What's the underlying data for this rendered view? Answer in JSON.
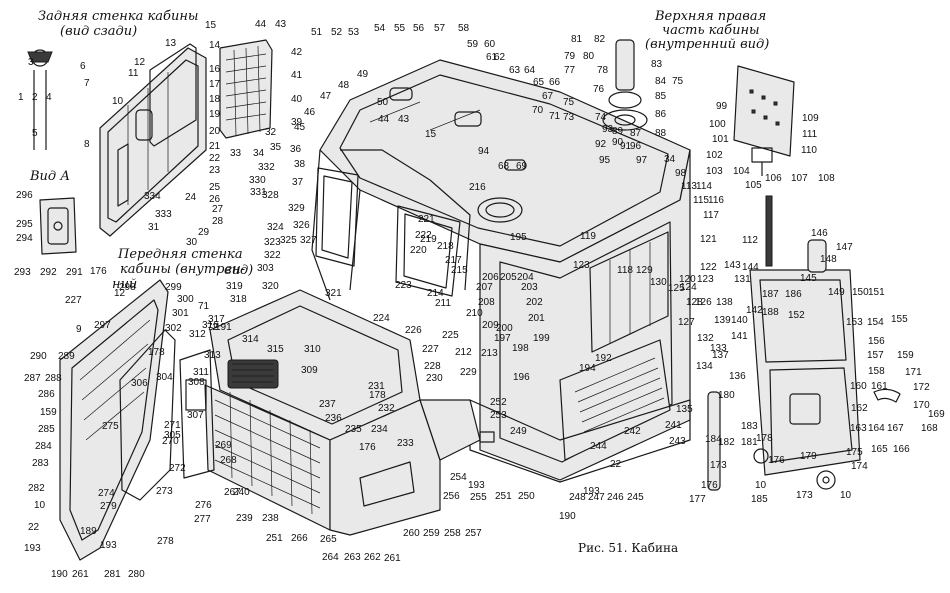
{
  "captions": {
    "rear_wall": [
      "Задняя стенка кабины",
      "(вид сзади)"
    ],
    "upper_right": [
      "Верхняя правая",
      "часть кабины",
      "(внутренний вид)"
    ],
    "front_wall": [
      "Передняя стенка",
      "кабины (внутрен-",
      "ний",
      "вид)"
    ],
    "view_a": "Вид А",
    "figure": "Рис. 51. Кабина"
  },
  "callouts": [
    [
      "1",
      18,
      100
    ],
    [
      "2",
      32,
      100
    ],
    [
      "3",
      28,
      65
    ],
    [
      "4",
      46,
      100
    ],
    [
      "5",
      32,
      136
    ],
    [
      "6",
      80,
      69
    ],
    [
      "7",
      84,
      86
    ],
    [
      "8",
      84,
      147
    ],
    [
      "9",
      76,
      332
    ],
    [
      "10",
      112,
      104
    ],
    [
      "10",
      34,
      508
    ],
    [
      "10",
      755,
      488
    ],
    [
      "10",
      840,
      498
    ],
    [
      "11",
      128,
      76
    ],
    [
      "12",
      134,
      65
    ],
    [
      "12",
      114,
      296
    ],
    [
      "13",
      165,
      46
    ],
    [
      "14",
      209,
      48
    ],
    [
      "15",
      205,
      28
    ],
    [
      "15",
      425,
      137
    ],
    [
      "16",
      209,
      72
    ],
    [
      "17",
      209,
      87
    ],
    [
      "18",
      209,
      102
    ],
    [
      "19",
      209,
      117
    ],
    [
      "20",
      209,
      134
    ],
    [
      "21",
      209,
      149
    ],
    [
      "22",
      209,
      161
    ],
    [
      "22",
      28,
      530
    ],
    [
      "22",
      610,
      467
    ],
    [
      "23",
      209,
      173
    ],
    [
      "24",
      185,
      200
    ],
    [
      "25",
      209,
      190
    ],
    [
      "26",
      209,
      202
    ],
    [
      "27",
      212,
      212
    ],
    [
      "28",
      212,
      224
    ],
    [
      "29",
      198,
      235
    ],
    [
      "30",
      186,
      245
    ],
    [
      "31",
      148,
      230
    ],
    [
      "32",
      265,
      135
    ],
    [
      "33",
      230,
      156
    ],
    [
      "34",
      253,
      156
    ],
    [
      "34",
      664,
      162
    ],
    [
      "35",
      270,
      150
    ],
    [
      "36",
      290,
      152
    ],
    [
      "37",
      292,
      185
    ],
    [
      "38",
      294,
      167
    ],
    [
      "39",
      291,
      125
    ],
    [
      "40",
      291,
      102
    ],
    [
      "41",
      291,
      78
    ],
    [
      "42",
      291,
      55
    ],
    [
      "43",
      275,
      27
    ],
    [
      "43",
      398,
      122
    ],
    [
      "44",
      255,
      27
    ],
    [
      "44",
      378,
      122
    ],
    [
      "45",
      294,
      130
    ],
    [
      "46",
      304,
      115
    ],
    [
      "47",
      320,
      99
    ],
    [
      "48",
      338,
      88
    ],
    [
      "49",
      357,
      77
    ],
    [
      "50",
      377,
      105
    ],
    [
      "51",
      311,
      35
    ],
    [
      "52",
      331,
      35
    ],
    [
      "53",
      348,
      35
    ],
    [
      "54",
      374,
      31
    ],
    [
      "55",
      394,
      31
    ],
    [
      "56",
      413,
      31
    ],
    [
      "57",
      434,
      31
    ],
    [
      "58",
      458,
      31
    ],
    [
      "59",
      467,
      47
    ],
    [
      "60",
      484,
      47
    ],
    [
      "61",
      486,
      60
    ],
    [
      "62",
      494,
      60
    ],
    [
      "63",
      509,
      73
    ],
    [
      "64",
      524,
      73
    ],
    [
      "65",
      533,
      85
    ],
    [
      "66",
      549,
      85
    ],
    [
      "67",
      542,
      99
    ],
    [
      "68",
      498,
      169
    ],
    [
      "69",
      516,
      169
    ],
    [
      "70",
      532,
      113
    ],
    [
      "71",
      549,
      119
    ],
    [
      "71",
      198,
      309
    ],
    [
      "72",
      207,
      330
    ],
    [
      "73",
      563,
      120
    ],
    [
      "74",
      595,
      120
    ],
    [
      "75",
      563,
      105
    ],
    [
      "75",
      672,
      84
    ],
    [
      "76",
      593,
      92
    ],
    [
      "77",
      564,
      73
    ],
    [
      "78",
      597,
      73
    ],
    [
      "79",
      564,
      59
    ],
    [
      "80",
      583,
      59
    ],
    [
      "81",
      571,
      42
    ],
    [
      "82",
      594,
      42
    ],
    [
      "83",
      651,
      67
    ],
    [
      "84",
      655,
      84
    ],
    [
      "85",
      655,
      99
    ],
    [
      "86",
      655,
      117
    ],
    [
      "87",
      630,
      136
    ],
    [
      "88",
      655,
      136
    ],
    [
      "89",
      612,
      134
    ],
    [
      "90",
      612,
      145
    ],
    [
      "91",
      620,
      149
    ],
    [
      "92",
      595,
      147
    ],
    [
      "93",
      602,
      132
    ],
    [
      "94",
      478,
      154
    ],
    [
      "95",
      599,
      163
    ],
    [
      "96",
      630,
      149
    ],
    [
      "97",
      636,
      163
    ],
    [
      "98",
      675,
      176
    ],
    [
      "99",
      716,
      109
    ],
    [
      "100",
      709,
      127
    ],
    [
      "101",
      712,
      142
    ],
    [
      "102",
      706,
      158
    ],
    [
      "103",
      706,
      174
    ],
    [
      "104",
      733,
      174
    ],
    [
      "105",
      745,
      188
    ],
    [
      "106",
      765,
      181
    ],
    [
      "107",
      791,
      181
    ],
    [
      "108",
      818,
      181
    ],
    [
      "109",
      802,
      121
    ],
    [
      "110",
      801,
      153
    ],
    [
      "111",
      802,
      137
    ],
    [
      "112",
      742,
      243
    ],
    [
      "113",
      681,
      189
    ],
    [
      "114",
      696,
      189
    ],
    [
      "115",
      693,
      203
    ],
    [
      "116",
      708,
      203
    ],
    [
      "117",
      703,
      218
    ],
    [
      "118",
      617,
      273
    ],
    [
      "119",
      580,
      239
    ],
    [
      "120",
      679,
      282
    ],
    [
      "121",
      700,
      242
    ],
    [
      "122",
      700,
      270
    ],
    [
      "123",
      573,
      268
    ],
    [
      "123",
      697,
      282
    ],
    [
      "124",
      680,
      290
    ],
    [
      "125",
      668,
      291
    ],
    [
      "126",
      695,
      305
    ],
    [
      "127",
      678,
      325
    ],
    [
      "128",
      686,
      305
    ],
    [
      "129",
      636,
      273
    ],
    [
      "130",
      650,
      285
    ],
    [
      "131",
      734,
      282
    ],
    [
      "132",
      697,
      341
    ],
    [
      "133",
      710,
      351
    ],
    [
      "134",
      696,
      369
    ],
    [
      "135",
      676,
      412
    ],
    [
      "136",
      729,
      379
    ],
    [
      "137",
      712,
      358
    ],
    [
      "138",
      716,
      305
    ],
    [
      "139",
      714,
      323
    ],
    [
      "140",
      731,
      323
    ],
    [
      "141",
      731,
      339
    ],
    [
      "142",
      746,
      313
    ],
    [
      "143",
      724,
      268
    ],
    [
      "144",
      742,
      270
    ],
    [
      "145",
      800,
      281
    ],
    [
      "146",
      811,
      236
    ],
    [
      "147",
      836,
      250
    ],
    [
      "148",
      820,
      262
    ],
    [
      "149",
      828,
      295
    ],
    [
      "150",
      852,
      295
    ],
    [
      "151",
      868,
      295
    ],
    [
      "152",
      788,
      318
    ],
    [
      "153",
      846,
      325
    ],
    [
      "154",
      867,
      325
    ],
    [
      "155",
      891,
      322
    ],
    [
      "156",
      868,
      344
    ],
    [
      "157",
      867,
      358
    ],
    [
      "158",
      868,
      374
    ],
    [
      "159",
      897,
      358
    ],
    [
      "159",
      40,
      415
    ],
    [
      "160",
      850,
      389
    ],
    [
      "161",
      871,
      389
    ],
    [
      "162",
      851,
      411
    ],
    [
      "163",
      850,
      431
    ],
    [
      "164",
      868,
      431
    ],
    [
      "165",
      871,
      452
    ],
    [
      "166",
      893,
      452
    ],
    [
      "167",
      887,
      431
    ],
    [
      "168",
      921,
      431
    ],
    [
      "169",
      928,
      417
    ],
    [
      "170",
      913,
      408
    ],
    [
      "171",
      905,
      375
    ],
    [
      "172",
      913,
      390
    ],
    [
      "173",
      710,
      468
    ],
    [
      "173",
      796,
      498
    ],
    [
      "174",
      851,
      469
    ],
    [
      "175",
      846,
      455
    ],
    [
      "176",
      701,
      488
    ],
    [
      "176",
      90,
      274
    ],
    [
      "176",
      359,
      450
    ],
    [
      "176",
      768,
      463
    ],
    [
      "177",
      689,
      502
    ],
    [
      "178",
      369,
      398
    ],
    [
      "178",
      148,
      355
    ],
    [
      "178",
      756,
      441
    ],
    [
      "179",
      800,
      459
    ],
    [
      "180",
      718,
      398
    ],
    [
      "181",
      741,
      445
    ],
    [
      "182",
      718,
      445
    ],
    [
      "183",
      741,
      429
    ],
    [
      "184",
      705,
      442
    ],
    [
      "185",
      751,
      502
    ],
    [
      "186",
      785,
      297
    ],
    [
      "187",
      762,
      297
    ],
    [
      "188",
      762,
      315
    ],
    [
      "189",
      80,
      534
    ],
    [
      "190",
      559,
      519
    ],
    [
      "190",
      51,
      577
    ],
    [
      "191",
      215,
      330
    ],
    [
      "192",
      595,
      361
    ],
    [
      "193",
      468,
      488
    ],
    [
      "193",
      24,
      551
    ],
    [
      "193",
      583,
      494
    ],
    [
      "193",
      100,
      548
    ],
    [
      "194",
      579,
      371
    ],
    [
      "195",
      510,
      240
    ],
    [
      "196",
      513,
      380
    ],
    [
      "197",
      494,
      341
    ],
    [
      "198",
      512,
      351
    ],
    [
      "199",
      533,
      341
    ],
    [
      "200",
      496,
      331
    ],
    [
      "201",
      528,
      321
    ],
    [
      "202",
      526,
      305
    ],
    [
      "203",
      521,
      290
    ],
    [
      "204",
      517,
      280
    ],
    [
      "205",
      500,
      280
    ],
    [
      "206",
      482,
      280
    ],
    [
      "207",
      476,
      290
    ],
    [
      "208",
      478,
      305
    ],
    [
      "209",
      482,
      328
    ],
    [
      "210",
      466,
      316
    ],
    [
      "211",
      435,
      306
    ],
    [
      "212",
      455,
      355
    ],
    [
      "213",
      481,
      356
    ],
    [
      "214",
      427,
      296
    ],
    [
      "215",
      451,
      273
    ],
    [
      "216",
      469,
      190
    ],
    [
      "217",
      445,
      263
    ],
    [
      "218",
      437,
      249
    ],
    [
      "219",
      420,
      242
    ],
    [
      "220",
      410,
      253
    ],
    [
      "221",
      418,
      222
    ],
    [
      "222",
      415,
      238
    ],
    [
      "223",
      395,
      288
    ],
    [
      "224",
      373,
      321
    ],
    [
      "225",
      442,
      338
    ],
    [
      "226",
      405,
      333
    ],
    [
      "227",
      65,
      303
    ],
    [
      "227",
      422,
      352
    ],
    [
      "228",
      424,
      369
    ],
    [
      "229",
      460,
      375
    ],
    [
      "230",
      426,
      381
    ],
    [
      "231",
      368,
      389
    ],
    [
      "232",
      378,
      411
    ],
    [
      "233",
      397,
      446
    ],
    [
      "234",
      371,
      432
    ],
    [
      "235",
      345,
      432
    ],
    [
      "236",
      325,
      421
    ],
    [
      "237",
      319,
      407
    ],
    [
      "238",
      262,
      521
    ],
    [
      "239",
      236,
      521
    ],
    [
      "240",
      233,
      495
    ],
    [
      "241",
      665,
      428
    ],
    [
      "242",
      624,
      434
    ],
    [
      "243",
      669,
      444
    ],
    [
      "244",
      590,
      449
    ],
    [
      "245",
      627,
      500
    ],
    [
      "246",
      607,
      500
    ],
    [
      "247",
      588,
      500
    ],
    [
      "248",
      569,
      500
    ],
    [
      "249",
      510,
      434
    ],
    [
      "250",
      518,
      499
    ],
    [
      "251",
      495,
      499
    ],
    [
      "251",
      266,
      541
    ],
    [
      "252",
      490,
      405
    ],
    [
      "253",
      490,
      418
    ],
    [
      "254",
      450,
      480
    ],
    [
      "255",
      470,
      500
    ],
    [
      "256",
      443,
      499
    ],
    [
      "257",
      465,
      536
    ],
    [
      "258",
      444,
      536
    ],
    [
      "259",
      423,
      536
    ],
    [
      "260",
      403,
      536
    ],
    [
      "261",
      384,
      561
    ],
    [
      "261",
      72,
      577
    ],
    [
      "262",
      364,
      560
    ],
    [
      "263",
      344,
      560
    ],
    [
      "264",
      322,
      560
    ],
    [
      "265",
      320,
      542
    ],
    [
      "266",
      291,
      541
    ],
    [
      "267",
      224,
      495
    ],
    [
      "268",
      220,
      463
    ],
    [
      "269",
      215,
      448
    ],
    [
      "270",
      162,
      444
    ],
    [
      "271",
      164,
      428
    ],
    [
      "272",
      169,
      471
    ],
    [
      "273",
      156,
      494
    ],
    [
      "274",
      98,
      496
    ],
    [
      "275",
      102,
      429
    ],
    [
      "276",
      195,
      508
    ],
    [
      "277",
      194,
      522
    ],
    [
      "278",
      157,
      544
    ],
    [
      "279",
      100,
      509
    ],
    [
      "280",
      128,
      577
    ],
    [
      "281",
      104,
      577
    ],
    [
      "282",
      28,
      491
    ],
    [
      "283",
      32,
      466
    ],
    [
      "284",
      35,
      449
    ],
    [
      "285",
      38,
      432
    ],
    [
      "286",
      38,
      397
    ],
    [
      "287",
      24,
      381
    ],
    [
      "288",
      45,
      381
    ],
    [
      "289",
      58,
      359
    ],
    [
      "290",
      30,
      359
    ],
    [
      "291",
      66,
      275
    ],
    [
      "292",
      40,
      275
    ],
    [
      "293",
      14,
      275
    ],
    [
      "294",
      16,
      241
    ],
    [
      "295",
      16,
      227
    ],
    [
      "296",
      16,
      198
    ],
    [
      "297",
      94,
      328
    ],
    [
      "298",
      119,
      290
    ],
    [
      "299",
      165,
      290
    ],
    [
      "300",
      177,
      302
    ],
    [
      "301",
      172,
      316
    ],
    [
      "302",
      165,
      331
    ],
    [
      "303",
      257,
      271
    ],
    [
      "304",
      156,
      380
    ],
    [
      "305",
      164,
      438
    ],
    [
      "306",
      131,
      386
    ],
    [
      "307",
      187,
      418
    ],
    [
      "308",
      188,
      385
    ],
    [
      "309",
      301,
      373
    ],
    [
      "310",
      304,
      352
    ],
    [
      "311",
      193,
      375
    ],
    [
      "312",
      189,
      337
    ],
    [
      "313",
      204,
      358
    ],
    [
      "314",
      242,
      342
    ],
    [
      "315",
      267,
      352
    ],
    [
      "316",
      202,
      328
    ],
    [
      "317",
      208,
      322
    ],
    [
      "318",
      230,
      302
    ],
    [
      "319",
      226,
      289
    ],
    [
      "320",
      262,
      289
    ],
    [
      "321",
      325,
      296
    ],
    [
      "322",
      264,
      258
    ],
    [
      "323",
      264,
      245
    ],
    [
      "324",
      267,
      230
    ],
    [
      "325",
      280,
      243
    ],
    [
      "326",
      293,
      228
    ],
    [
      "327",
      300,
      243
    ],
    [
      "328",
      262,
      198
    ],
    [
      "329",
      288,
      211
    ],
    [
      "330",
      249,
      183
    ],
    [
      "331",
      250,
      195
    ],
    [
      "332",
      258,
      170
    ],
    [
      "333",
      155,
      217
    ],
    [
      "334",
      144,
      199
    ]
  ]
}
